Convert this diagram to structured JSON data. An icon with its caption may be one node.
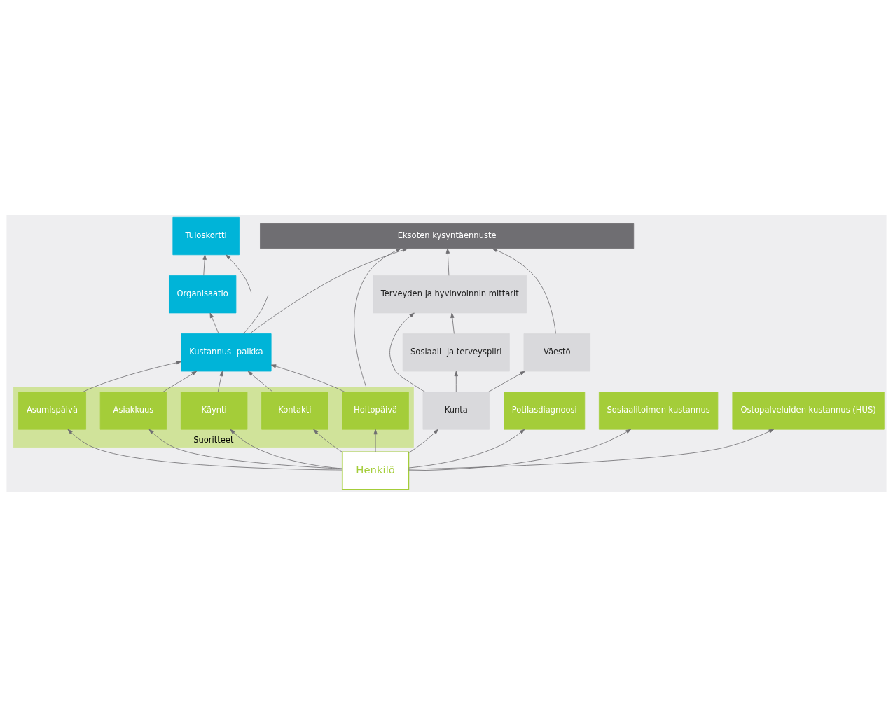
{
  "diagram": {
    "nodes": [
      {
        "text": [
          "Eksoten kysyntäennuste"
        ]
      },
      {
        "text": [
          "Sosiaali- ja terveyspiiri"
        ]
      },
      {
        "text": [
          "Terveyden ja hyvinvoinnin mittarit"
        ]
      },
      {
        "text": [
          "Suoritteet"
        ]
      },
      {
        "text": [
          "Kontakti"
        ],
        "in": 3
      },
      {
        "text": [
          "Käynti"
        ],
        "in": 3
      },
      {
        "text": [
          "Hoitopäivä"
        ],
        "in": 3
      },
      {
        "text": [
          "Asumispäivä"
        ],
        "in": 3
      },
      {
        "text": [
          "Asiakkuus"
        ],
        "in": 3
      },
      {
        "text": [
          "Väestö"
        ]
      },
      {
        "text": [
          "Kunta"
        ]
      },
      {
        "text": [
          "Henkilö"
        ]
      },
      {
        "text": [
          "Kustannus- paikka"
        ]
      },
      {
        "text": [
          "Organisaatio"
        ]
      },
      {
        "text": [
          "Tuloskortti"
        ]
      },
      {
        "text": [
          "Potilasdiagnoosi"
        ]
      },
      {
        "text": [
          "Sosiaalitoimen kustannus"
        ]
      },
      {
        "text": [
          "Ostopalveluiden kustannus (HUS)"
        ]
      }
    ],
    "edges": [
      {
        "from": 9,
        "to": 0,
        "arrow": "to"
      },
      {
        "from": 2,
        "to": 0,
        "arrow": "to"
      },
      {
        "from": 3,
        "to": 0,
        "arrow": "to"
      },
      {
        "from": 12,
        "to": 0,
        "arrow": "to"
      },
      {
        "from": 1,
        "to": 2,
        "arrow": "to"
      },
      {
        "from": 10,
        "to": 1,
        "arrow": "to"
      },
      {
        "from": 10,
        "to": 2,
        "arrow": "to"
      },
      {
        "from": 10,
        "to": 9,
        "arrow": "to"
      },
      {
        "from": 11,
        "to": 10,
        "arrow": "to"
      },
      {
        "from": 11,
        "to": 15,
        "arrow": "to"
      },
      {
        "from": 11,
        "to": 16,
        "arrow": "to"
      },
      {
        "from": 11,
        "to": 17,
        "arrow": "to"
      },
      {
        "from": 11,
        "to": 4,
        "arrow": "to"
      },
      {
        "from": 11,
        "to": 5,
        "arrow": "to"
      },
      {
        "from": 11,
        "to": 6,
        "arrow": "to"
      },
      {
        "from": 11,
        "to": 7,
        "arrow": "to"
      },
      {
        "from": 11,
        "to": 8,
        "arrow": "to"
      },
      {
        "from": 4,
        "to": 12,
        "arrow": "to"
      },
      {
        "from": 5,
        "to": 12,
        "arrow": "to"
      },
      {
        "from": 6,
        "to": 12,
        "arrow": "to"
      },
      {
        "from": 7,
        "to": 12,
        "arrow": "to"
      },
      {
        "from": 8,
        "to": 12,
        "arrow": "to"
      },
      {
        "from": 12,
        "to": 13,
        "arrow": "to"
      },
      {
        "from": 13,
        "to": 14,
        "arrow": "to"
      },
      {
        "from": 12,
        "to": null,
        "arrow": "none"
      },
      {
        "from": null,
        "to": 14,
        "arrow": "to"
      }
    ]
  }
}
